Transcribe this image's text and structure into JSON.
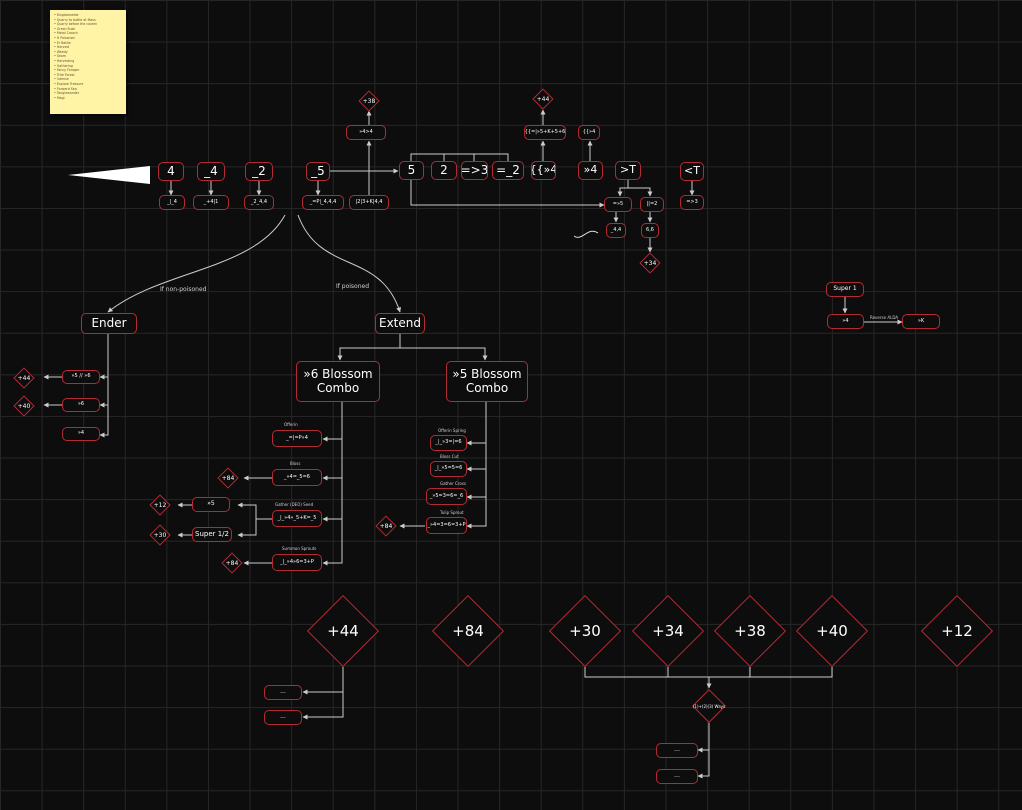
{
  "colors": {
    "background": "#0d0d0d",
    "grid": "#262626",
    "node_border": "#b42a34",
    "line": "#cccccc",
    "note": "#fff3a6"
  },
  "note": {
    "lines": [
      "• Kingdomwide",
      "• Quarry to battle at Mass",
      "• Quarry before the cavern",
      "• Green Rush",
      "• Metal Croach",
      "• H Poisoned",
      "• Er Battle",
      "• Harvest",
      "• Weedy",
      "• Seam",
      "• Harvesting",
      "• Gathering",
      "• Fancy Forager",
      "• Trite Forest",
      "• Intense",
      "• Explore Treasure",
      "• Forward Sea",
      "",
      "• Tanglewander",
      "• Magi"
    ]
  },
  "arrow": {
    "icon": "big-white-arrow"
  },
  "top_row": {
    "n4": "4",
    "n4s": "_4",
    "n2s": "_2",
    "n5s": "_5",
    "n5": "5",
    "n2": "2",
    "n_eq3": "=>3",
    "n_eq2": "=_2",
    "n_b4": "{{»4",
    "n_r4": "»4",
    "n_gt": ">T",
    "n_lt": "<T"
  },
  "sub_row": {
    "s4": "_|_4",
    "s4s": "_+4|1",
    "s2s": "_2_4,4",
    "s5a": "_=P|_4,4,4",
    "s5b": "|2|3+K|4,4",
    "s_eq5": "=»5",
    "s_bar2": "||=2",
    "s_lt3": "=>3",
    "s_44": "_4,4",
    "s_66": "6,6"
  },
  "upper_row": {
    "u_arrow4": "»4>4",
    "u_chain": "{{=|»5+K+5+6",
    "u_r4": "{{»4",
    "d38": "+38",
    "d44": "+44",
    "d34": "+34"
  },
  "branches": {
    "non_poisoned": "If non-poisoned",
    "poisoned": "If poisoned"
  },
  "ender": {
    "title": "Ender",
    "items": [
      "»5 // »6",
      "»6",
      "»4"
    ],
    "d44": "+44",
    "d40": "+40"
  },
  "extend": {
    "title": "Extend"
  },
  "combo6": {
    "title": "»6 Blossom Combo",
    "items": [
      {
        "caption": "Offerin",
        "label": "_=|=P»4"
      },
      {
        "caption": "Bloss",
        "label": "_»4=_5=6"
      },
      {
        "caption": "Gather (DEO) Seed",
        "label": "_|_»4»_5+K=_5"
      },
      {
        "caption": "Summon Sprouts",
        "label": "_|_»4»6=3+P"
      }
    ],
    "d84": "+84",
    "n5": "»5",
    "d12": "+12",
    "super": "Super 1/2",
    "d30": "+30",
    "d84b": "+84"
  },
  "combo5": {
    "title": "»5 Blossom Combo",
    "items": [
      {
        "caption": "Offerin Spring",
        "label": "_|_»3=|=6"
      },
      {
        "caption": "Bloss Cut",
        "label": "_|_»5=5=6"
      },
      {
        "caption": "Gather Cross",
        "label": "_»5=3=6=_6"
      },
      {
        "caption": "Tulip Sprout",
        "label": "_»4=3=6=3+P"
      }
    ],
    "d84": "+84"
  },
  "super": {
    "title": "Super 1",
    "left": "»4",
    "right": "»K",
    "caption": "Reverse ALDA"
  },
  "bottom": {
    "d44": "+44",
    "d84": "+84",
    "d30": "+30",
    "d34": "+34",
    "d38": "+38",
    "d40": "+40",
    "d12": "+12"
  },
  "bottom_left": {
    "a": "...",
    "b": "..."
  },
  "merge": {
    "label": "(1)+(2)(3) Ways",
    "a": "...",
    "b": "..."
  }
}
